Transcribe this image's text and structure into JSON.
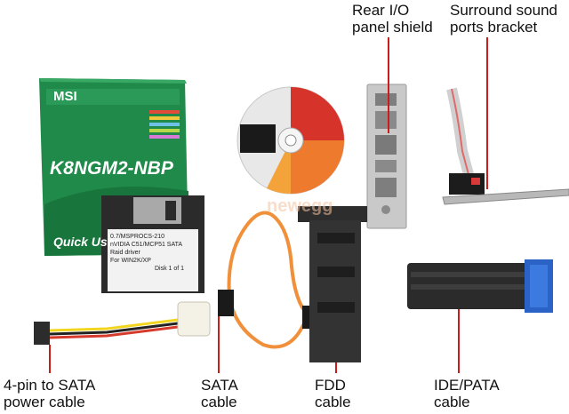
{
  "labels": {
    "rear_io": [
      "Rear I/O",
      "panel shield"
    ],
    "surround": [
      "Surround sound",
      "ports bracket"
    ],
    "power": [
      "4-pin to SATA",
      "power cable"
    ],
    "sata": [
      "SATA",
      "cable"
    ],
    "fdd": [
      "FDD",
      "cable"
    ],
    "ide": [
      "IDE/PATA",
      "cable"
    ]
  },
  "manual": {
    "brand": "MSI",
    "model": "K8NGM2-NBP",
    "title": "Quick User"
  },
  "floppy": {
    "lines": [
      "0.7/MSPROCS-210",
      "nVIDIA C51/MCP51 SATA",
      "Raid driver",
      "For WIN2K/XP",
      "Disk 1 of 1"
    ]
  },
  "watermark": "newegg",
  "colors": {
    "pointer": "#cc1d1d",
    "manual_green": "#1f8a4a"
  }
}
